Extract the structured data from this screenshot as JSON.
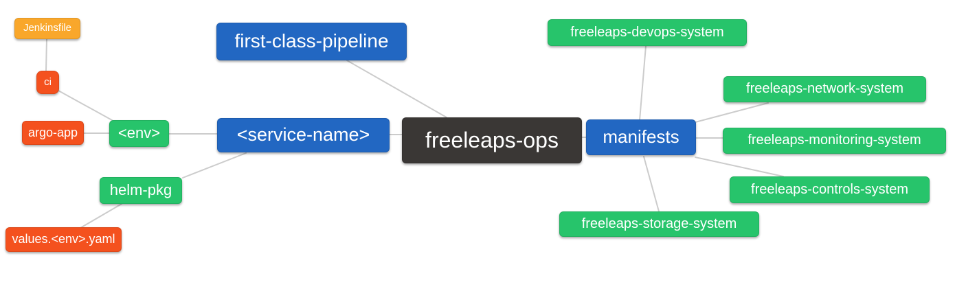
{
  "palette": {
    "blue": "#2267c2",
    "green": "#27c46b",
    "red": "#f4511e",
    "orange": "#f9a72b",
    "dark": "#3a3735",
    "line": "#cccccc"
  },
  "diagram": {
    "title": "freeleaps-ops repository mind map",
    "nodes": [
      {
        "id": "jenkinsfile",
        "label": "Jenkinsfile",
        "color": "orange"
      },
      {
        "id": "ci",
        "label": "ci",
        "color": "red"
      },
      {
        "id": "argo-app",
        "label": "argo-app",
        "color": "red"
      },
      {
        "id": "env",
        "label": "<env>",
        "color": "green"
      },
      {
        "id": "service-name",
        "label": "<service-name>",
        "color": "blue"
      },
      {
        "id": "first-class-pipeline",
        "label": "first-class-pipeline",
        "color": "blue"
      },
      {
        "id": "helm-pkg",
        "label": "helm-pkg",
        "color": "green"
      },
      {
        "id": "values-env-yaml",
        "label": "values.<env>.yaml",
        "color": "red"
      },
      {
        "id": "freeleaps-ops",
        "label": "freeleaps-ops",
        "color": "dark"
      },
      {
        "id": "manifests",
        "label": "manifests",
        "color": "blue"
      },
      {
        "id": "freeleaps-devops-system",
        "label": "freeleaps-devops-system",
        "color": "green"
      },
      {
        "id": "freeleaps-network-system",
        "label": "freeleaps-network-system",
        "color": "green"
      },
      {
        "id": "freeleaps-monitoring-system",
        "label": "freeleaps-monitoring-system",
        "color": "green"
      },
      {
        "id": "freeleaps-controls-system",
        "label": "freeleaps-controls-system",
        "color": "green"
      },
      {
        "id": "freeleaps-storage-system",
        "label": "freeleaps-storage-system",
        "color": "green"
      }
    ],
    "edges": [
      {
        "from": "jenkinsfile",
        "to": "ci"
      },
      {
        "from": "ci",
        "to": "env"
      },
      {
        "from": "argo-app",
        "to": "env"
      },
      {
        "from": "env",
        "to": "service-name"
      },
      {
        "from": "service-name",
        "to": "freeleaps-ops"
      },
      {
        "from": "first-class-pipeline",
        "to": "freeleaps-ops"
      },
      {
        "from": "service-name",
        "to": "helm-pkg"
      },
      {
        "from": "helm-pkg",
        "to": "values-env-yaml"
      },
      {
        "from": "freeleaps-ops",
        "to": "manifests"
      },
      {
        "from": "manifests",
        "to": "freeleaps-devops-system"
      },
      {
        "from": "manifests",
        "to": "freeleaps-network-system"
      },
      {
        "from": "manifests",
        "to": "freeleaps-monitoring-system"
      },
      {
        "from": "manifests",
        "to": "freeleaps-controls-system"
      },
      {
        "from": "manifests",
        "to": "freeleaps-storage-system"
      }
    ]
  }
}
